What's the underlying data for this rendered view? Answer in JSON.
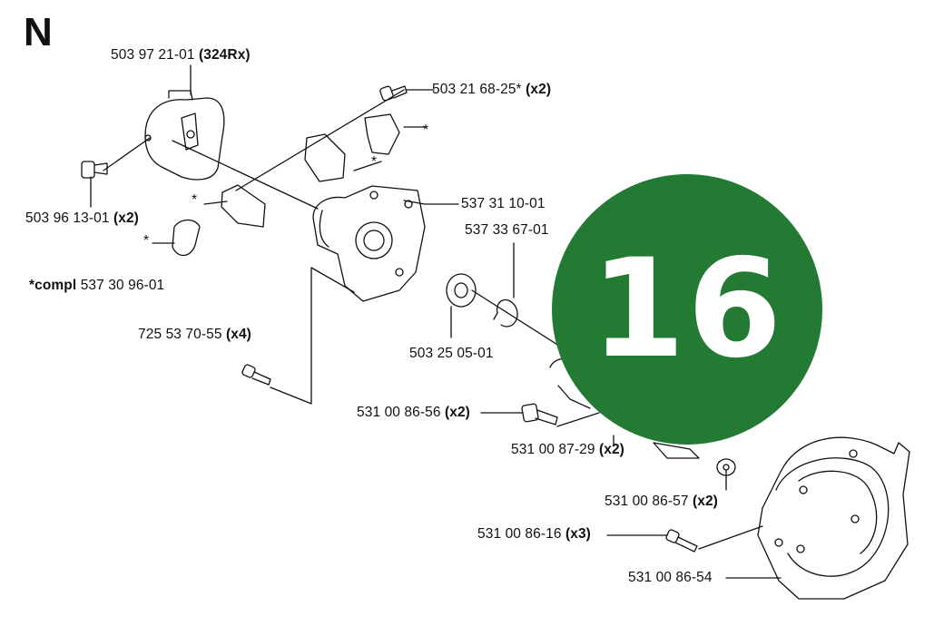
{
  "section_letter": "N",
  "page_badge": {
    "number": "16",
    "color": "#237a33"
  },
  "parts": [
    {
      "id": "p1",
      "number": "503 97 21-01",
      "qty": "(324Rx)"
    },
    {
      "id": "p2",
      "number": "503 21 68-25*",
      "qty": "(x2)"
    },
    {
      "id": "p3",
      "number": "503 96 13-01",
      "qty": "(x2)"
    },
    {
      "id": "p4",
      "number": "537 31 10-01",
      "qty": ""
    },
    {
      "id": "p5",
      "number": "537 33 67-01",
      "qty": ""
    },
    {
      "id": "p6",
      "number": "725 53 70-55",
      "qty": "(x4)"
    },
    {
      "id": "p7",
      "number": "503 25 05-01",
      "qty": ""
    },
    {
      "id": "p8",
      "number": "531 00 86-56",
      "qty": "(x2)"
    },
    {
      "id": "p9",
      "number": "531 00 87-29",
      "qty": "(x2)"
    },
    {
      "id": "p10",
      "number": "531 00 86-57",
      "qty": "(x2)"
    },
    {
      "id": "p11",
      "number": "531 00 86-16",
      "qty": "(x3)"
    },
    {
      "id": "p12",
      "number": "531 00 86-54",
      "qty": ""
    }
  ],
  "kit_note": {
    "prefix": "*compl",
    "number": "537 30 96-01"
  },
  "asterisk": "*"
}
